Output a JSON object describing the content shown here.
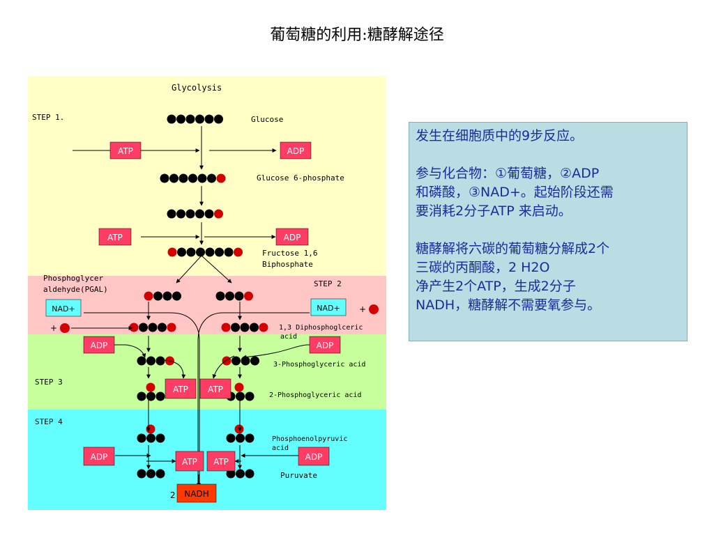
{
  "title": "葡萄糖的利用:糖酵解途径",
  "diagram": {
    "heading": "Glycolysis",
    "steps": {
      "step1": "STEP 1.",
      "step2": "STEP 2",
      "step3": "STEP 3",
      "step4": "STEP 4"
    },
    "molecules": {
      "glucose": "Glucose",
      "g6p": "Glucose 6-phosphate",
      "fbp1": "Fructose 1,6",
      "fbp2": "Biphosphate",
      "pgal1": "Phosphoglycer",
      "pgal2": "aldehyde(PGAL)",
      "bpg1": "1,3 Diphosphoglceric",
      "bpg2": "acid",
      "pg3": "3-Phosphoglyceric acid",
      "pg2": "2-Phosphoglyceric acid",
      "pep1": "Phosphoenolpyruvic",
      "pep2": "acid",
      "pyruvate": "Puruvate"
    },
    "tags": {
      "atp": "ATP",
      "adp": "ADP",
      "nad": "NAD+",
      "nadh": "NADH",
      "plus": "+",
      "nadh_count": "2"
    },
    "colors": {
      "step1_bg": "#ffffc6",
      "step2_bg": "#ffc6c6",
      "step3_bg": "#c6ff9c",
      "step4_bg": "#63ffff",
      "tag_red": "#ff3c63",
      "nadh_bg": "#ff3a00",
      "nad_bg": "#63ffff",
      "phosphate": "#d40000",
      "carbon": "#000000"
    }
  },
  "panel": {
    "p1": "发生在细胞质中的9步反应。",
    "p2a": "参与化合物：①葡萄糖，②ADP",
    "p2b": "和磷酸，③NAD+。起始阶段还需",
    "p2c": "要消耗2分子ATP 来启动。",
    "p3a": "糖酵解将六碳的葡萄糖分解成2个",
    "p3b": "三碳的丙酮酸，2 H2O",
    "p3c": "净产生2个ATP，生成2分子",
    "p3d": "NADH，糖酵解不需要氧参与。"
  }
}
